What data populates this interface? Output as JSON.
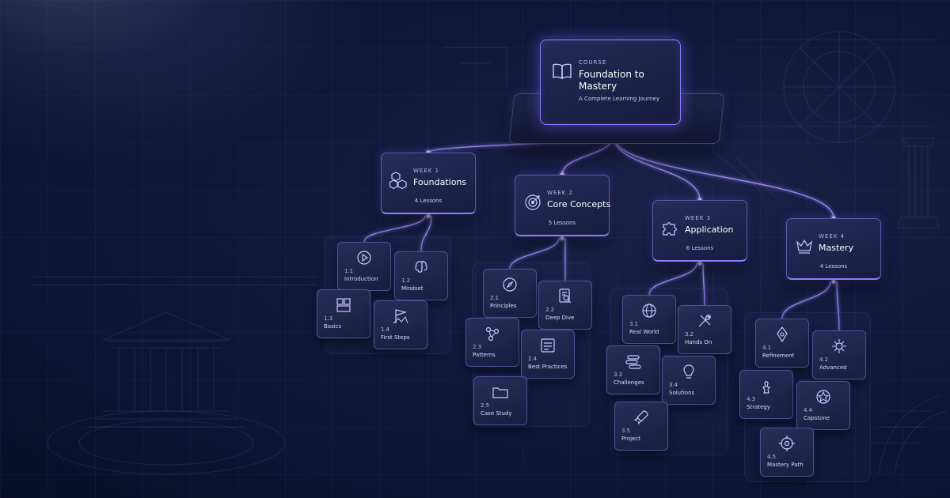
{
  "course": {
    "eyebrow": "COURSE",
    "title": "Foundation to Mastery",
    "subtitle": "A Complete Learning Journey",
    "icon": "open-book-icon"
  },
  "weeks": [
    {
      "eyebrow": "WEEK 1",
      "title": "Foundations",
      "lessons_label": "4 Lessons",
      "icon": "cubes-icon",
      "lessons": [
        {
          "num": "1.1",
          "title": "Introduction",
          "icon": "play-icon"
        },
        {
          "num": "1.2",
          "title": "Mindset",
          "icon": "brain-icon"
        },
        {
          "num": "1.3",
          "title": "Basics",
          "icon": "blocks-icon"
        },
        {
          "num": "1.4",
          "title": "First Steps",
          "icon": "flag-icon"
        }
      ]
    },
    {
      "eyebrow": "WEEK 2",
      "title": "Core Concepts",
      "lessons_label": "5 Lessons",
      "icon": "target-icon",
      "lessons": [
        {
          "num": "2.1",
          "title": "Principles",
          "icon": "compass-icon"
        },
        {
          "num": "2.2",
          "title": "Deep Dive",
          "icon": "document-search-icon"
        },
        {
          "num": "2.3",
          "title": "Patterns",
          "icon": "network-icon"
        },
        {
          "num": "2.4",
          "title": "Best Practices",
          "icon": "checklist-icon"
        },
        {
          "num": "2.5",
          "title": "Case Study",
          "icon": "folder-icon"
        }
      ]
    },
    {
      "eyebrow": "WEEK 3",
      "title": "Application",
      "lessons_label": "6 Lessons",
      "icon": "puzzle-icon",
      "lessons": [
        {
          "num": "3.1",
          "title": "Real World",
          "icon": "globe-icon"
        },
        {
          "num": "3.2",
          "title": "Hands On",
          "icon": "tools-icon"
        },
        {
          "num": "3.3",
          "title": "Challenges",
          "icon": "stack-icon"
        },
        {
          "num": "3.4",
          "title": "Solutions",
          "icon": "lightbulb-icon"
        },
        {
          "num": "3.5",
          "title": "Project",
          "icon": "rocket-icon"
        }
      ]
    },
    {
      "eyebrow": "WEEK 4",
      "title": "Mastery",
      "lessons_label": "4 Lessons",
      "icon": "crown-icon",
      "lessons": [
        {
          "num": "4.1",
          "title": "Refinement",
          "icon": "pen-nib-icon"
        },
        {
          "num": "4.2",
          "title": "Advanced",
          "icon": "gear-network-icon"
        },
        {
          "num": "4.3",
          "title": "Strategy",
          "icon": "chess-icon"
        },
        {
          "num": "4.4",
          "title": "Capstone",
          "icon": "medal-icon"
        },
        {
          "num": "4.5",
          "title": "Mastery Path",
          "icon": "crosshair-icon"
        }
      ]
    }
  ],
  "colors": {
    "background": "#10173a",
    "accent": "#8b78ff",
    "connector": "#a48cff",
    "card": "#1d2348",
    "text": "#ffffff"
  }
}
